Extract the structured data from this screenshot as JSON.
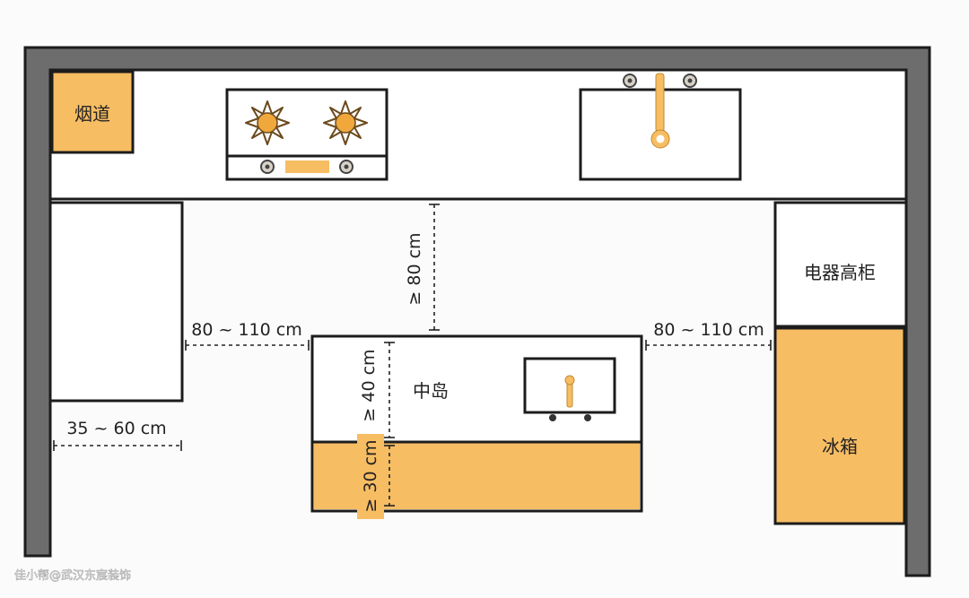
{
  "labels": {
    "flue": "烟道",
    "tall_cabinet": "电器高柜",
    "fridge": "冰箱",
    "island": "中岛"
  },
  "dimensions": {
    "left_aisle": "80 ~ 110 cm",
    "right_aisle": "80 ~ 110 cm",
    "cabinet_depth": "35 ~ 60 cm",
    "aisle_to_counter": "≥ 80 cm",
    "island_work_depth": "≥ 40 cm",
    "island_overhang": "≥ 30 cm"
  },
  "watermark": "佳小帮@武汉东宸装饰",
  "colors": {
    "wall": "#6d6d6d",
    "outline": "#1c1c1c",
    "accent": "#f7bd63",
    "background": "#fbfbfb"
  }
}
